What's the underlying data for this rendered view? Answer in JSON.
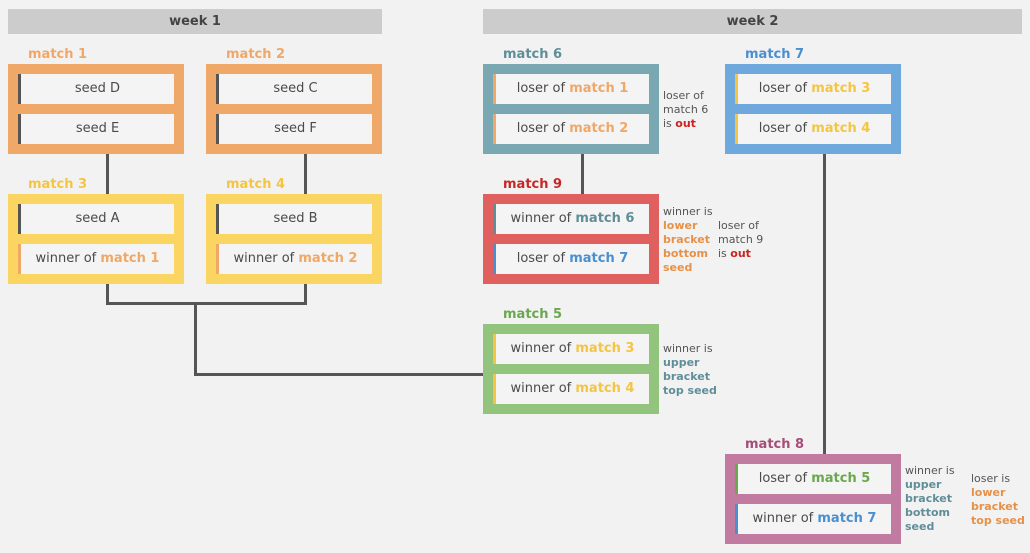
{
  "colors": {
    "orange": "#f0a868",
    "yellow": "#fbd561",
    "teal": "#79a8b2",
    "blue": "#6fa8dc",
    "red": "#e06060",
    "green": "#93c47d",
    "pink": "#c27ba0",
    "line": "#555555"
  },
  "weeks": {
    "week1": "week 1",
    "week2": "week 2"
  },
  "match1": {
    "title": "match 1",
    "top": "seed D",
    "bot": "seed E"
  },
  "match2": {
    "title": "match 2",
    "top": "seed C",
    "bot": "seed F"
  },
  "match3": {
    "title": "match 3",
    "top": "seed A",
    "bot_pre": "winner of ",
    "bot_ref": "match 1"
  },
  "match4": {
    "title": "match 4",
    "top": "seed B",
    "bot_pre": "winner of ",
    "bot_ref": "match 2"
  },
  "match5": {
    "title": "match 5",
    "top_pre": "winner of ",
    "top_ref": "match 3",
    "bot_pre": "winner of ",
    "bot_ref": "match 4"
  },
  "match6": {
    "title": "match 6",
    "top_pre": "loser of ",
    "top_ref": "match 1",
    "bot_pre": "loser of ",
    "bot_ref": "match 2"
  },
  "match7": {
    "title": "match 7",
    "top_pre": "loser of ",
    "top_ref": "match 3",
    "bot_pre": "loser of ",
    "bot_ref": "match 4"
  },
  "match8": {
    "title": "match 8",
    "top_pre": "loser of ",
    "top_ref": "match 5",
    "bot_pre": "winner of ",
    "bot_ref": "match 7"
  },
  "match9": {
    "title": "match 9",
    "top_pre": "winner of ",
    "top_ref": "match 6",
    "bot_pre": "loser of ",
    "bot_ref": "match 7"
  },
  "notes": {
    "m6_loser": {
      "l1": "loser of",
      "l2": "match 6",
      "l3a": "is ",
      "l3b": "out"
    },
    "m9_winner": {
      "l1": "winner is",
      "l2": "lower",
      "l3": "bracket",
      "l4": "bottom",
      "l5": "seed"
    },
    "m9_loser": {
      "l1": "loser of",
      "l2": "match 9",
      "l3a": "is ",
      "l3b": "out"
    },
    "m5_winner": {
      "l1": "winner is",
      "l2": "upper",
      "l3": "bracket",
      "l4": "top seed"
    },
    "m8_winner": {
      "l1": "winner is",
      "l2": "upper",
      "l3": "bracket",
      "l4": "bottom",
      "l5": "seed"
    },
    "m8_loser": {
      "l1": "loser is",
      "l2": "lower",
      "l3": "bracket",
      "l4": "top seed"
    }
  }
}
